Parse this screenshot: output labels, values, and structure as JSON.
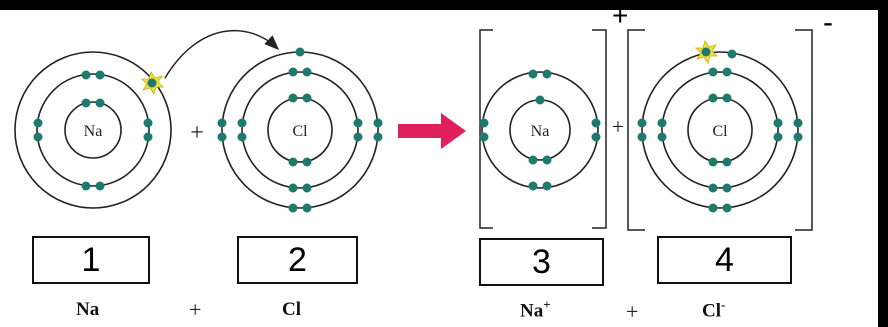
{
  "atoms": {
    "na_atom": {
      "symbol": "Na"
    },
    "cl_atom": {
      "symbol": "Cl"
    },
    "na_ion": {
      "symbol": "Na"
    },
    "cl_ion": {
      "symbol": "Cl"
    }
  },
  "operators": {
    "plus_atoms": "+",
    "plus_ions": "+"
  },
  "ion_charges": {
    "na": "+",
    "cl": "-"
  },
  "boxes": [
    "1",
    "2",
    "3",
    "4"
  ],
  "bottom_labels": {
    "na": "Na",
    "plus1": "+",
    "cl": "Cl",
    "na_ion": "Na",
    "na_ion_sup": "+",
    "plus2": "+",
    "cl_ion": "Cl",
    "cl_ion_sup": "-"
  },
  "colors": {
    "electron": "#1f7a6d",
    "arrow": "#e0205a",
    "highlight": "#f0e040"
  }
}
